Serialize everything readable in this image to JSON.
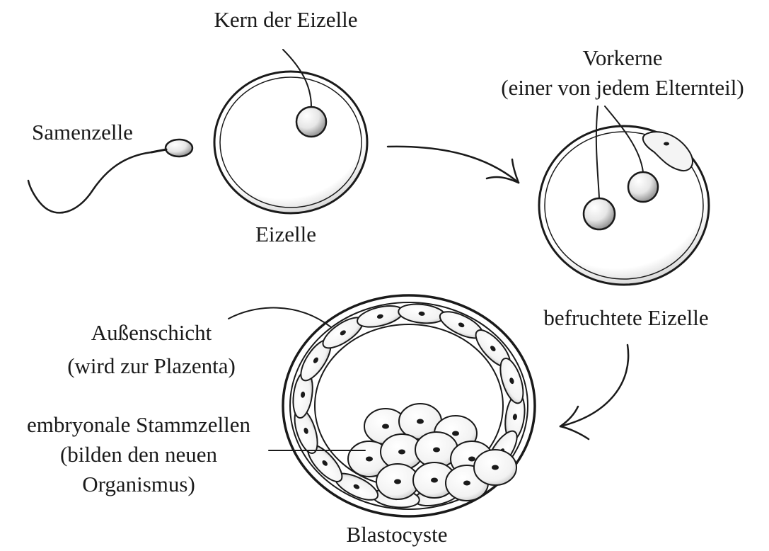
{
  "labels": {
    "egg_nucleus": "Kern der Eizelle",
    "sperm": "Samenzelle",
    "egg": "Eizelle",
    "pronuclei_line1": "Vorkerne",
    "pronuclei_line2": "(einer von jedem Elternteil)",
    "fertilized_egg": "befruchtete Eizelle",
    "outer_layer_line1": "Außenschicht",
    "outer_layer_line2": "(wird zur Plazenta)",
    "stem_cells_line1": "embryonale Stammzellen",
    "stem_cells_line2": "(bilden den neuen",
    "stem_cells_line3": "Organismus)",
    "blastocyst": "Blastocyste"
  }
}
